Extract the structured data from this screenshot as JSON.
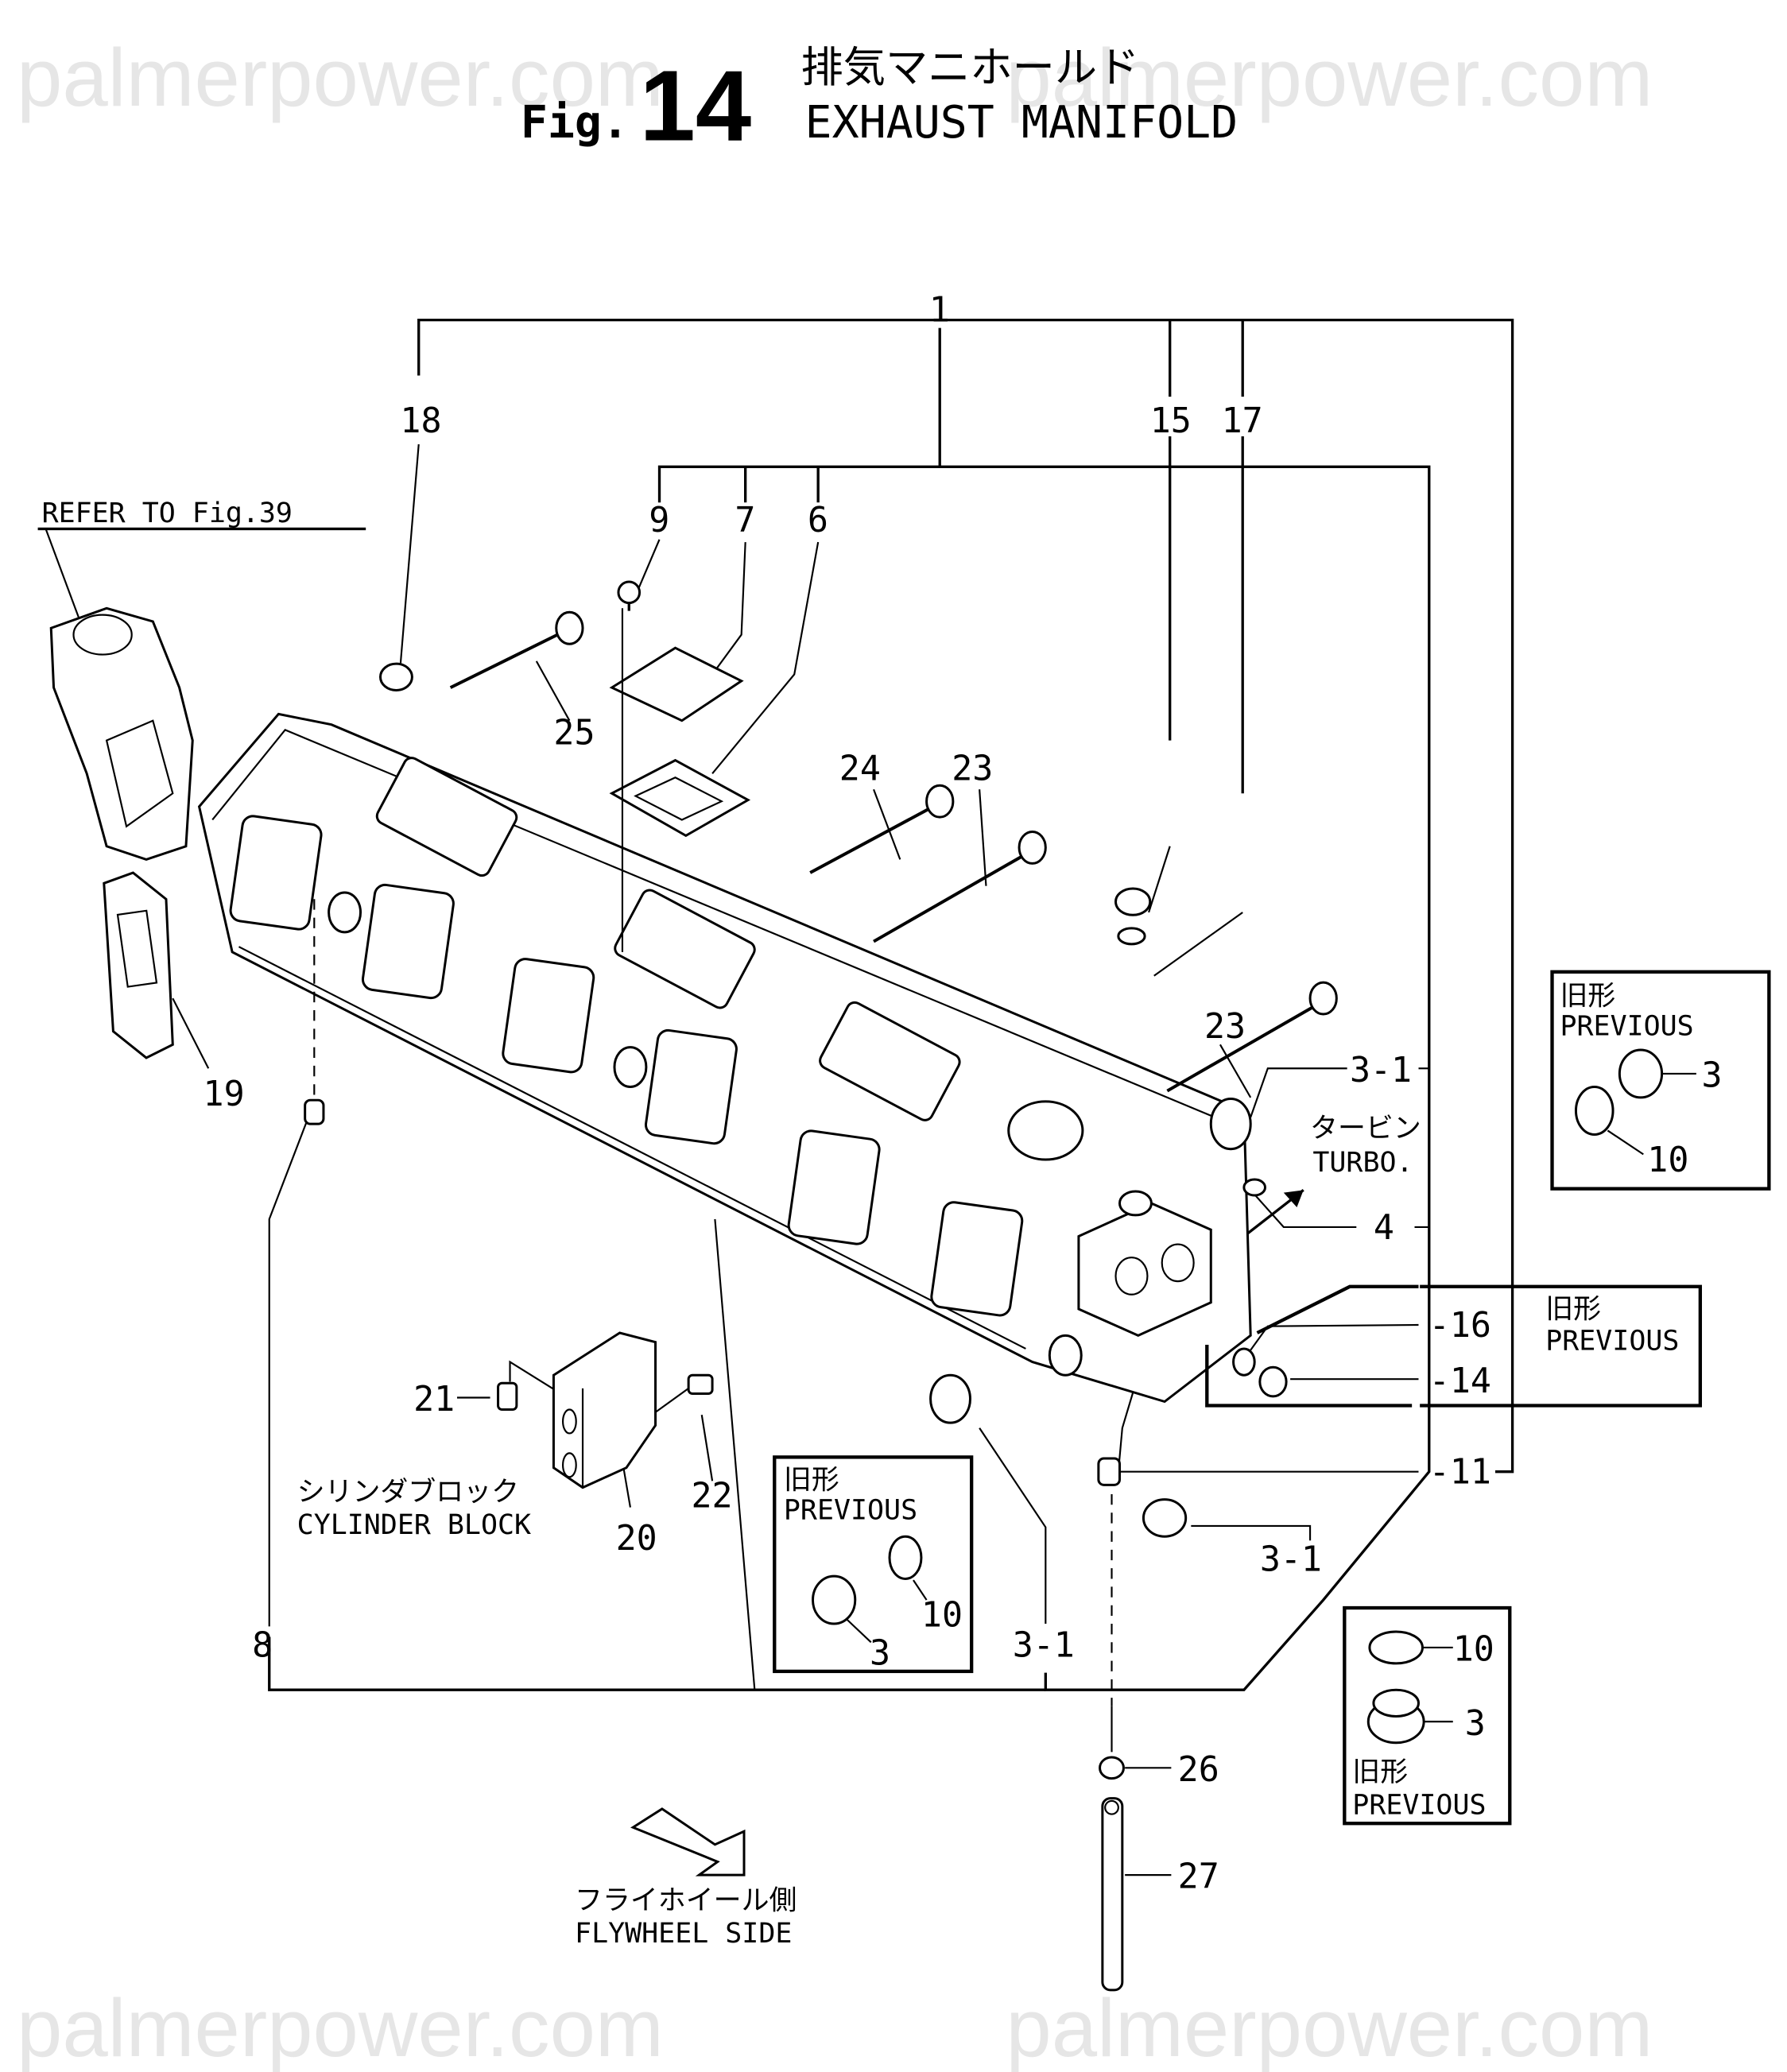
{
  "watermark": {
    "text": "palmerpower.com"
  },
  "header": {
    "fig_prefix": "Fig.",
    "fig_number": "14",
    "title_jp": "排気マニホールド",
    "title_en": "EXHAUST MANIFOLD"
  },
  "notes": {
    "refer_to": "REFER TO Fig.39",
    "turbo_jp": "タービン",
    "turbo_en": "TURBO.",
    "cylinder_block_jp": "シリンダブロック",
    "cylinder_block_en": "CYLINDER BLOCK",
    "flywheel_jp": "フライホイール側",
    "flywheel_en": "FLYWHEEL SIDE"
  },
  "callouts": {
    "c1": "1",
    "c3_1_a": "3-1",
    "c3_1_b": "3-1",
    "c3_1_c": "3-1",
    "c4": "4",
    "c6": "6",
    "c7": "7",
    "c8": "8",
    "c9": "9",
    "c11": "-11",
    "c14": "-14",
    "c15": "15",
    "c16": "-16",
    "c17": "17",
    "c18": "18",
    "c19": "19",
    "c20": "20",
    "c21": "21",
    "c22": "22",
    "c23_a": "23",
    "c23_b": "23",
    "c24": "24",
    "c25": "25",
    "c26": "26",
    "c27": "27"
  },
  "previous_boxes": [
    {
      "label_jp": "旧形",
      "label_en": "PREVIOUS",
      "parts": [
        "3",
        "10"
      ]
    },
    {
      "label_jp": "旧形",
      "label_en": "PREVIOUS",
      "parts": [
        "16",
        "14"
      ]
    },
    {
      "label_jp": "旧形",
      "label_en": "PREVIOUS",
      "parts": [
        "3",
        "10"
      ]
    },
    {
      "label_jp": "旧形",
      "label_en": "PREVIOUS",
      "parts": [
        "10",
        "3"
      ]
    }
  ]
}
